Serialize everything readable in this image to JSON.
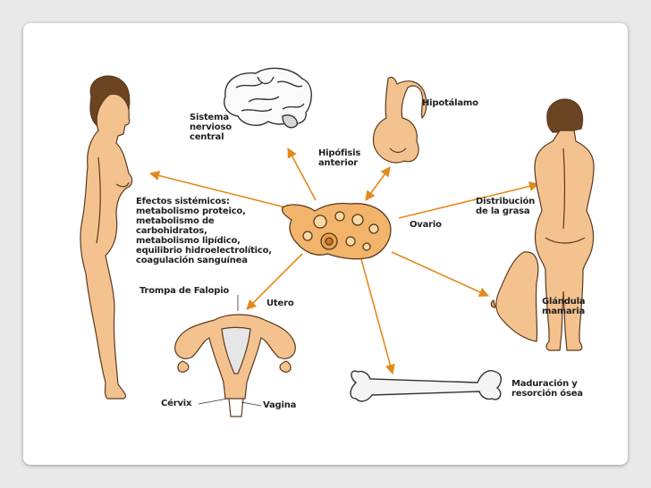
{
  "labels": {
    "sistema": "Sistema\nnervioso\ncentral",
    "hipotalamo": "Hipotálamo",
    "hipofisis": "Hipófisis\nanterior",
    "efectos": "Efectos sistémicos:\nmetabolismo proteico,\nmetabolismo de\ncarbohidratos,\nmetabolismo lipídico,\nequilibrio hidroelectrolítico,\ncoagulación sanguínea",
    "ovario": "Ovario",
    "distribucion": "Distribución\nde la grasa",
    "trompa": "Trompa de Falopio",
    "utero": "Utero",
    "glandula": "Glándula\nmamaria",
    "maduracion": "Maduración y\nresorción ósea",
    "cervix": "Cérvix",
    "vagina": "Vagina"
  },
  "colors": {
    "skin": "#f4c28f",
    "skin_outline": "#5a3a1e",
    "arrow": "#e28a1c",
    "ovary": "#f2b36a",
    "bone": "#f4f4f4",
    "hair": "#6b4522"
  }
}
